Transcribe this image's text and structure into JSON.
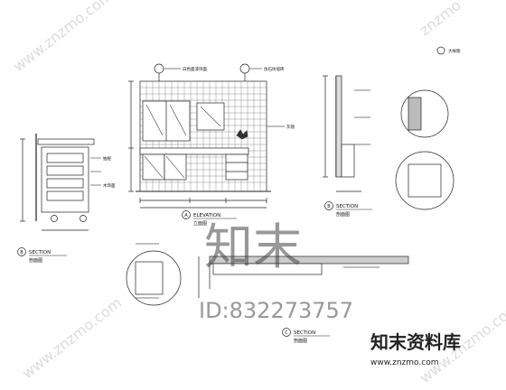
{
  "drawing": {
    "elevation": {
      "title": "ELEVATION",
      "sub": "立面图",
      "mark": "A"
    },
    "section_b": {
      "title": "SECTION",
      "sub": "剖面图",
      "mark": "B"
    },
    "section_left": {
      "title": "SECTION",
      "sub": "剖面图",
      "mark": "B"
    },
    "section_c": {
      "title": "SECTION",
      "sub": "剖面图",
      "mark": "C"
    },
    "detail_top_right": {
      "sub": "大样图"
    },
    "callouts": {
      "material": "白色面漆饰面",
      "tile": "仿石纹墙砖",
      "mirror": "灰镜",
      "drawer": "抽屉",
      "wood": "木饰面"
    }
  },
  "watermark": {
    "logo_chars": "知末",
    "brand": "知末资料库",
    "id_text": "ID:832273757",
    "site": "www.znzmo.com",
    "diag_text": "www.znzmo.com",
    "tr_text": "znzmo"
  }
}
